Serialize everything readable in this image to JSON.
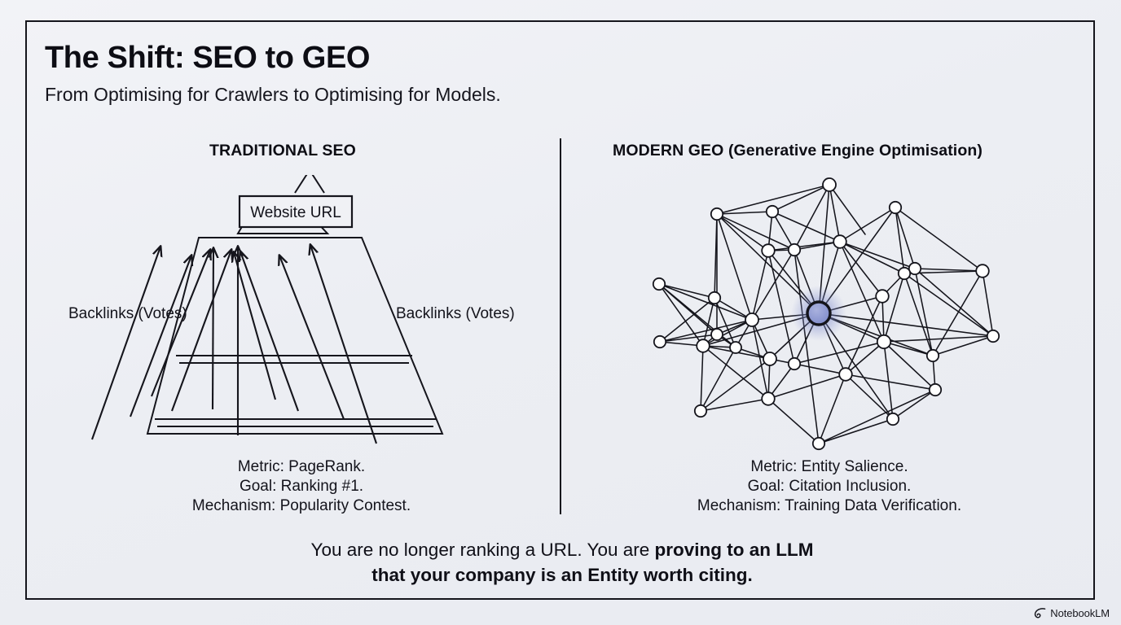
{
  "header": {
    "title": "The Shift: SEO to GEO",
    "subtitle": "From Optimising for Crawlers to Optimising for Models."
  },
  "columns": {
    "left": {
      "heading": "TRADITIONAL SEO",
      "node_label": "Website URL",
      "side_label_left": "Backlinks (Votes)",
      "side_label_right": "Backlinks (Votes)",
      "caption": "Metric: PageRank.\nGoal: Ranking #1.\nMechanism: Popularity Contest."
    },
    "right": {
      "heading": "MODERN GEO (Generative Engine Optimisation)",
      "caption": "Metric: Entity Salience.\nGoal: Citation Inclusion.\nMechanism: Training Data Verification."
    }
  },
  "conclusion": {
    "normal_text": "You are no longer ranking a URL. You are ",
    "bold_text_line1": "proving to an LLM",
    "bold_text_line2": "that your company is an Entity worth citing."
  },
  "watermark": {
    "label": "NotebookLM",
    "icon": "notebooklm-spiral-icon"
  },
  "colors": {
    "background": "#edeff3",
    "ink": "#15151c",
    "highlight_node_fill": "#8a95cf",
    "highlight_node_glow": "#6f7cc4",
    "node_fill": "#ffffff"
  },
  "diagram_data": {
    "type": "diagram",
    "left_diagram": {
      "kind": "pyramid-with-converging-arrows",
      "description": "Trapezoid pyramid with two horizontal tier dividers and nine arrows pointing up toward an apex box labelled Website URL",
      "arrow_count": 9,
      "tier_divider_count": 2
    },
    "right_diagram": {
      "kind": "network-graph",
      "description": "Dense undirected node-link network with one highlighted central entity node",
      "node_count": 30,
      "highlighted_node_index": 14
    }
  }
}
